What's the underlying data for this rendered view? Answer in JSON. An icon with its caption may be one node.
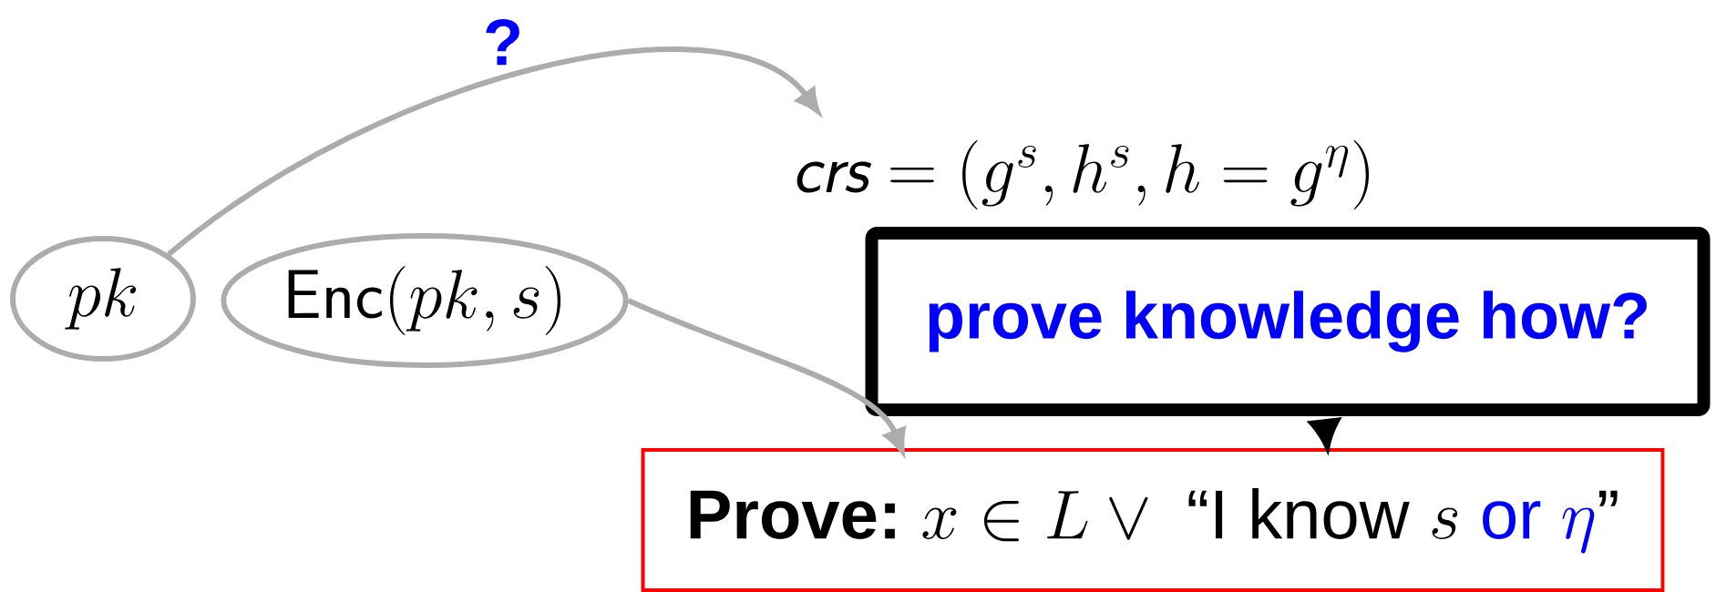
{
  "diagram": {
    "nodes": [
      {
        "text": [
          "pk"
        ]
      },
      {
        "text": [
          "\\textsf{Enc}(pk, s)"
        ]
      },
      {
        "text": [
          "\\textsf{\\itshape crs} = (g^s, h^s, h = g^\\eta)"
        ]
      },
      {
        "text": [
          "prove knowledge how?"
        ]
      },
      {
        "text": [
          "Prove:",
          "x \\in L \\vee \\text{ “I know }s\\text{ }{\\color{blue}\\text{or }\\eta}\\text{”}"
        ]
      }
    ],
    "edges": [
      {
        "from": 0,
        "to": 2,
        "arrow": "to",
        "label": "?"
      },
      {
        "from": 1,
        "to": 4,
        "arrow": "to"
      },
      {
        "from": 3,
        "to": 4,
        "arrow": "to",
        "style": "thick",
        "color": "#000000"
      }
    ]
  }
}
